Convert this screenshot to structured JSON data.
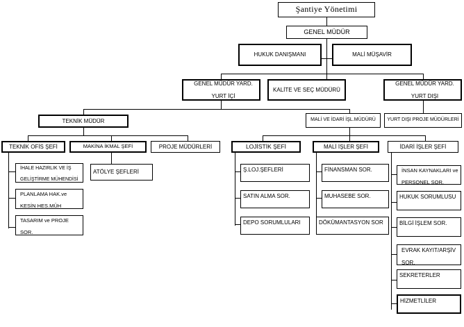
{
  "chart": {
    "title": "Şantiye Yönetimi",
    "nodes": {
      "root": "Şantiye Yönetimi",
      "gm": "GENEL MÜDÜR",
      "hukuk_danismani": "HUKUK DANIŞMANI",
      "mali_musavir": "MALİ MÜŞAVİR",
      "gmy_yurtici_l1": "GENEL MÜDÜR YARD.",
      "gmy_yurtici_l2": "YURT İÇİ",
      "kalite": "KALİTE VE SEÇ MÜDÜRÜ",
      "gmy_yurtdisi_l1": "GENEL MÜDÜR YARD.",
      "gmy_yurtdisi_l2": "YURT DIŞI",
      "teknik_mudur": "TEKNİK MÜDÜR",
      "mali_idari_mudur": "MALİ VE İDARİ İŞL.MÜDÜRÜ",
      "yurtdisi_proje_mudurleri": "YURT DIŞI PROJE MÜDÜRLERİ",
      "teknik_ofis_sefi": "TEKNİK OFİS ŞEFİ",
      "makina_ikmal_sefi": "MAKİNA İKMAL ŞEFİ",
      "proje_mudurleri": "PROJE MÜDÜRLERİ",
      "lojistik_sefi": "LOJİSTİK ŞEFİ",
      "mali_isler_sefi": "MALİ İŞLER ŞEFİ",
      "idari_isler_sefi": "İDARİ İŞLER ŞEFİ",
      "ihale_l1": "İHALE HAZIRLIK VE İŞ",
      "ihale_l2": "GELİŞTİRME MÜHENDİSİ",
      "planlama_l1": "PLANLAMA HAK.ve",
      "planlama_l2": "KESİN HES.MÜH",
      "tasarim_l1": "TASARIM ve PROJE",
      "tasarim_l2": "SOR.",
      "atolye_sefleri": "ATÖLYE ŞEFLERİ",
      "s_loj_sefleri": "Ş.LOJ.ŞEFLERİ",
      "satin_alma": "SATIN ALMA SOR.",
      "depo_sorumlulari": "DEPO SORUMLULARI",
      "finansman": "FİNANSMAN SOR.",
      "muhasebe": "MUHASEBE SOR.",
      "dokumantasyon": "DÖKÜMANTASYON SOR",
      "insan_kaynaklari_l1": "İNSAN KAYNAKLARI ve",
      "insan_kaynaklari_l2": "PERSONEL SOR.",
      "hukuk_sorumlusu": "HUKUK SORUMLUSU",
      "bilgi_islem": "BİLGİ İŞLEM SOR.",
      "evrak_l1": "EVRAK KAYIT/ARŞİV",
      "evrak_l2": "SOR.",
      "sekreterler": "SEKRETERLER",
      "hizmetliler": "HİZMETLİLER"
    },
    "colors": {
      "line": "#000000",
      "box_fill": "#ffffff",
      "text": "#000000"
    }
  }
}
